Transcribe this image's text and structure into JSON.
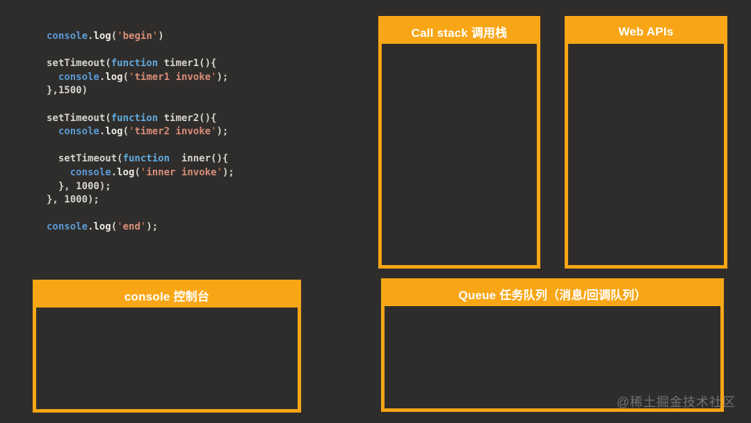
{
  "colors": {
    "background": "#2f2d2c",
    "accent": "#f8a616",
    "header_text": "#ffffff",
    "code_default": "#d6d4d0",
    "code_builtin": "#5b9ad6",
    "code_keyword": "#61aadd",
    "code_method": "#eceae7",
    "code_string": "#d98d78",
    "code_quote": "#bf7347",
    "watermark": "#9b9b9b"
  },
  "code": {
    "lines": [
      [
        [
          "builtin",
          "console"
        ],
        [
          "plain",
          "."
        ],
        [
          "method",
          "log"
        ],
        [
          "plain",
          "("
        ],
        [
          "q",
          "'"
        ],
        [
          "s",
          "begin"
        ],
        [
          "q",
          "'"
        ],
        [
          "plain",
          ")"
        ]
      ],
      [],
      [
        [
          "plain",
          "setTimeout("
        ],
        [
          "kw",
          "function"
        ],
        [
          "plain",
          " timer1(){"
        ]
      ],
      [
        [
          "plain",
          "  "
        ],
        [
          "builtin",
          "console"
        ],
        [
          "plain",
          "."
        ],
        [
          "method",
          "log"
        ],
        [
          "plain",
          "("
        ],
        [
          "q",
          "'"
        ],
        [
          "s",
          "timer1 invoke"
        ],
        [
          "q",
          "'"
        ],
        [
          "plain",
          ");"
        ]
      ],
      [
        [
          "plain",
          "},1500)"
        ]
      ],
      [],
      [
        [
          "plain",
          "setTimeout("
        ],
        [
          "kw",
          "function"
        ],
        [
          "plain",
          " timer2(){"
        ]
      ],
      [
        [
          "plain",
          "  "
        ],
        [
          "builtin",
          "console"
        ],
        [
          "plain",
          "."
        ],
        [
          "method",
          "log"
        ],
        [
          "plain",
          "("
        ],
        [
          "q",
          "'"
        ],
        [
          "s",
          "timer2 invoke"
        ],
        [
          "q",
          "'"
        ],
        [
          "plain",
          ");"
        ]
      ],
      [],
      [
        [
          "plain",
          "  setTimeout("
        ],
        [
          "kw",
          "function"
        ],
        [
          "plain",
          "  inner(){"
        ]
      ],
      [
        [
          "plain",
          "    "
        ],
        [
          "builtin",
          "console"
        ],
        [
          "plain",
          "."
        ],
        [
          "method",
          "log"
        ],
        [
          "plain",
          "("
        ],
        [
          "q",
          "'"
        ],
        [
          "s",
          "inner invoke"
        ],
        [
          "q",
          "'"
        ],
        [
          "plain",
          ");"
        ]
      ],
      [
        [
          "plain",
          "  }, 1000);"
        ]
      ],
      [
        [
          "plain",
          "}, 1000);"
        ]
      ],
      [],
      [
        [
          "builtin",
          "console"
        ],
        [
          "plain",
          "."
        ],
        [
          "method",
          "log"
        ],
        [
          "plain",
          "("
        ],
        [
          "q",
          "'"
        ],
        [
          "s",
          "end"
        ],
        [
          "q",
          "'"
        ],
        [
          "plain",
          ");"
        ]
      ]
    ]
  },
  "panels": {
    "call_stack": {
      "title": "Call stack 调用栈"
    },
    "web_apis": {
      "title": "Web APIs"
    },
    "console": {
      "title": "console 控制台"
    },
    "queue": {
      "title": "Queue 任务队列（消息/回调队列）"
    }
  },
  "watermark": {
    "text": "@稀土掘金技术社区"
  }
}
